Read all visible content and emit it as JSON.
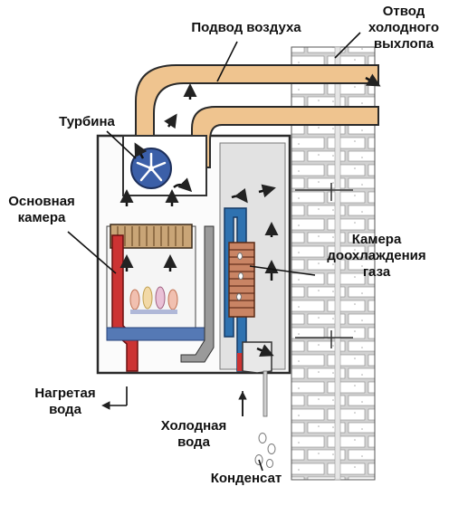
{
  "labels": {
    "air_supply": "Подвод воздуха",
    "exhaust": [
      "Отвод",
      "холодного",
      "выхлопа"
    ],
    "turbine": "Турбина",
    "main_chamber": [
      "Основная",
      "камера"
    ],
    "post_cooling_chamber": [
      "Камера",
      "доохлаждения",
      "газа"
    ],
    "heated_water": [
      "Нагретая",
      "вода"
    ],
    "cold_water": [
      "Холодная",
      "вода"
    ],
    "condensate": "Конденсат"
  },
  "colors": {
    "air_duct": "#efc48f",
    "hot_water": "#cc3333",
    "cold_water": "#2f72b0",
    "outline": "#2a2a2a",
    "wall_brick": "#ffffff",
    "wall_mortar": "#cfcfcf",
    "chamber_fill": "#f4f4f4",
    "flame": "#f1b3a6"
  },
  "icons": {
    "turbine": "fan-icon",
    "flow": "arrow-icon",
    "drops": "water-drop-icon"
  }
}
